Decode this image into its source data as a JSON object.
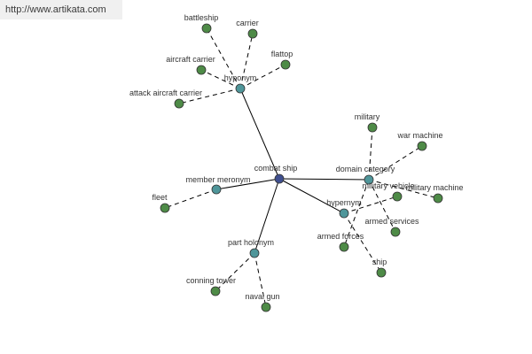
{
  "header": {
    "url": "http://www.artikata.com"
  },
  "colors": {
    "center": "#3f4f8f",
    "relation": "#4f969a",
    "leaf": "#4e8b47"
  },
  "graph": {
    "center": {
      "id": "combat",
      "label": "combat ship"
    },
    "relations": [
      {
        "id": "hyponym",
        "label": "hyponym"
      },
      {
        "id": "meronym",
        "label": "member meronym"
      },
      {
        "id": "domain",
        "label": "domain category"
      },
      {
        "id": "hypernym",
        "label": "hypernym"
      },
      {
        "id": "holonym",
        "label": "part holonym"
      }
    ],
    "leaves": [
      {
        "id": "battleship",
        "label": "battleship",
        "parent": "hyponym"
      },
      {
        "id": "carrier",
        "label": "carrier",
        "parent": "hyponym"
      },
      {
        "id": "aircraft-carrier",
        "label": "aircraft carrier",
        "parent": "hyponym"
      },
      {
        "id": "flattop",
        "label": "flattop",
        "parent": "hyponym"
      },
      {
        "id": "attack-aircraft-carrier",
        "label": "attack aircraft carrier",
        "parent": "hyponym"
      },
      {
        "id": "military",
        "label": "military",
        "parent": "domain"
      },
      {
        "id": "war-machine",
        "label": "war machine",
        "parent": "domain"
      },
      {
        "id": "military-vehicle",
        "label": "military vehicle",
        "parent": "hypernym"
      },
      {
        "id": "military-machine",
        "label": "military machine",
        "parent": "domain"
      },
      {
        "id": "armed-services",
        "label": "armed services",
        "parent": "domain"
      },
      {
        "id": "armed-forces",
        "label": "armed forces",
        "parent": "domain"
      },
      {
        "id": "ship",
        "label": "ship",
        "parent": "hypernym"
      },
      {
        "id": "fleet",
        "label": "fleet",
        "parent": "meronym"
      },
      {
        "id": "conning-tower",
        "label": "conning tower",
        "parent": "holonym"
      },
      {
        "id": "naval-gun",
        "label": "naval gun",
        "parent": "holonym"
      }
    ]
  }
}
